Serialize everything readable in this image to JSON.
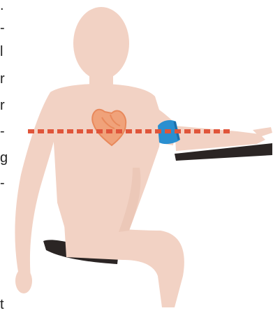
{
  "text_fragments": [
    ".",
    "-",
    "l",
    "r",
    "r",
    "-",
    "g",
    "-",
    "t"
  ],
  "illustration": {
    "subject": "seated-person-arm-extended-blood-pressure-cuff",
    "colors": {
      "skin": "#f2d2c4",
      "skin_shadow": "#e8c1b1",
      "heart": "#f0a27a",
      "heart_outline": "#e8895c",
      "cuff": "#2a8fd0",
      "cuff_dark": "#1f6fa8",
      "reference_line": "#e0553a",
      "support_surface": "#2b2524"
    },
    "icons": [
      "heart-icon",
      "cuff-icon"
    ]
  }
}
